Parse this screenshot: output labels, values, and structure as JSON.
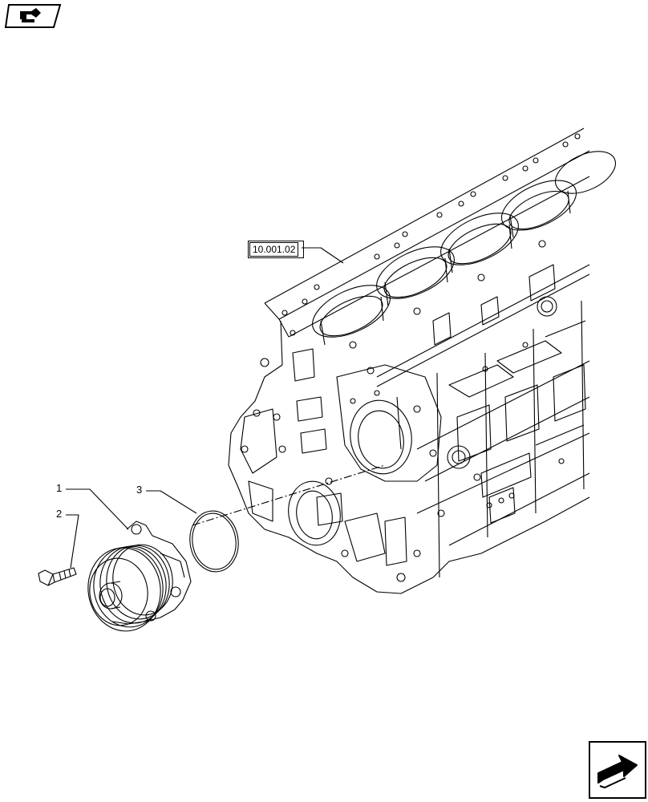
{
  "callouts": {
    "part1": "1",
    "part2": "2",
    "part3": "3"
  },
  "reference": {
    "label": "10.001.02"
  },
  "icons": {
    "top_left": "hand-pointing-icon",
    "bottom_right": "next-page-arrow-icon"
  }
}
